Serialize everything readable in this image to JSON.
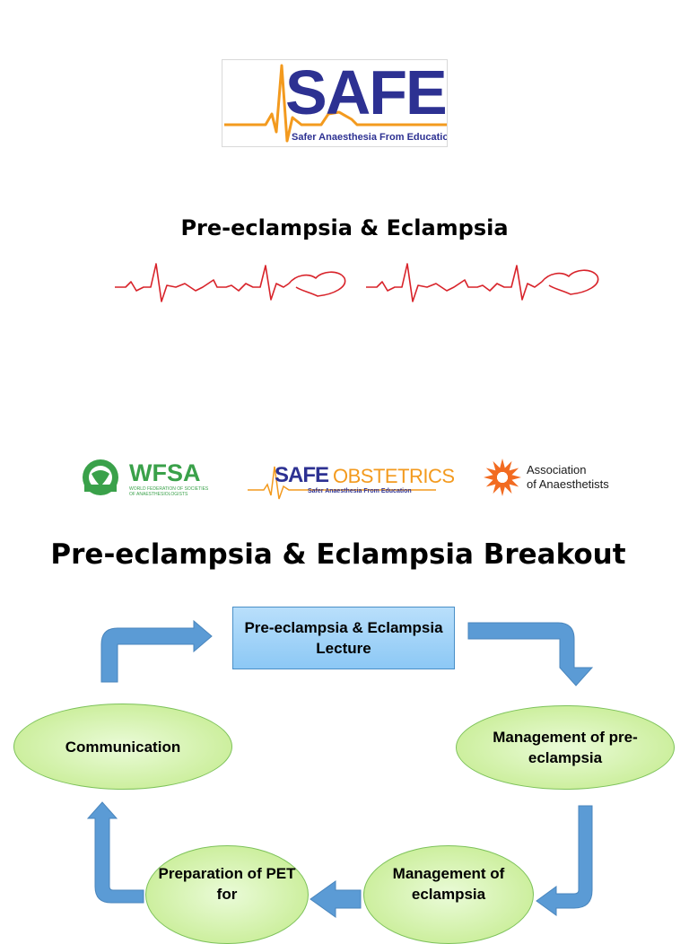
{
  "logo_top": {
    "word": "SAFE",
    "tagline": "Safer Anaesthesia From Education"
  },
  "title_top": "Pre-eclampsia & Eclampsia",
  "partners": {
    "wfsa": {
      "name": "WFSA",
      "subtitle": "WORLD FEDERATION OF SOCIETIES OF ANAESTHESIOLOGISTS"
    },
    "safe_obstetrics": {
      "safe": "SAFE",
      "obstetrics": "OBSTETRICS",
      "tagline": "Safer Anaesthesia From Education"
    },
    "aa": {
      "line1": "Association",
      "line2": "of Anaesthetists"
    }
  },
  "title_main": "Pre-eclampsia & Eclampsia Breakout",
  "diagram": {
    "lecture": "Pre-eclampsia & Eclampsia Lecture",
    "management_pe": "Management of pre-eclampsia",
    "management_eclampsia": "Management of eclampsia",
    "preparation": "Preparation of PET for",
    "communication": "Communication"
  },
  "colors": {
    "safe_blue": "#2d3192",
    "safe_orange": "#f39a1e",
    "wfsa_green": "#3aa14a",
    "aa_orange": "#f26b21",
    "ecg_red": "#d8232a",
    "arrow_blue": "#5b9bd5",
    "ellipse_green": "#cdef9f",
    "box_blue": "#9fd2f7"
  }
}
